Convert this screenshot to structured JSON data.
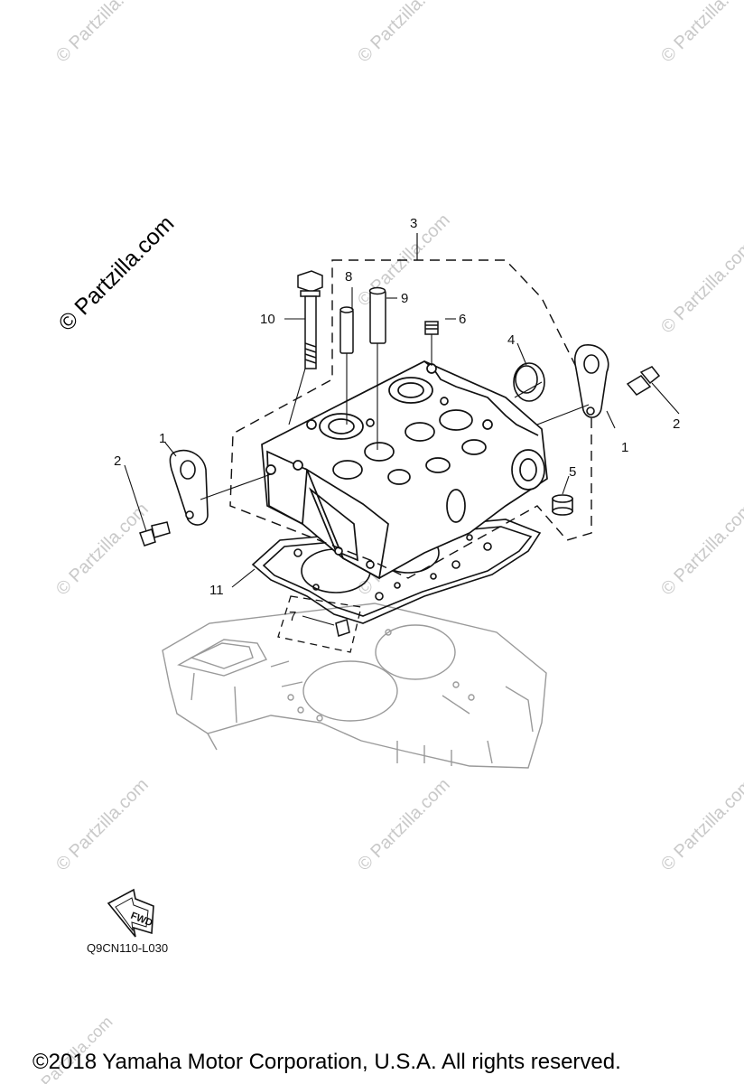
{
  "watermark": {
    "main_text": "© Partzilla.com",
    "tile_text": "© Partzilla.com",
    "color": "#c9c9c9"
  },
  "diagram_code": "Q9CN110-L030",
  "fwd_label": "FWD",
  "copyright": "©2018  Yamaha Motor Corporation, U.S.A. All rights reserved.",
  "callouts": {
    "c1_left": "1",
    "c1_right": "1",
    "c2_left": "2",
    "c2_right": "2",
    "c3": "3",
    "c4": "4",
    "c5": "5",
    "c6": "6",
    "c7": "7",
    "c8": "8",
    "c9": "9",
    "c10": "10",
    "c11": "11"
  },
  "icons": [
    "fwd-arrow-icon"
  ]
}
